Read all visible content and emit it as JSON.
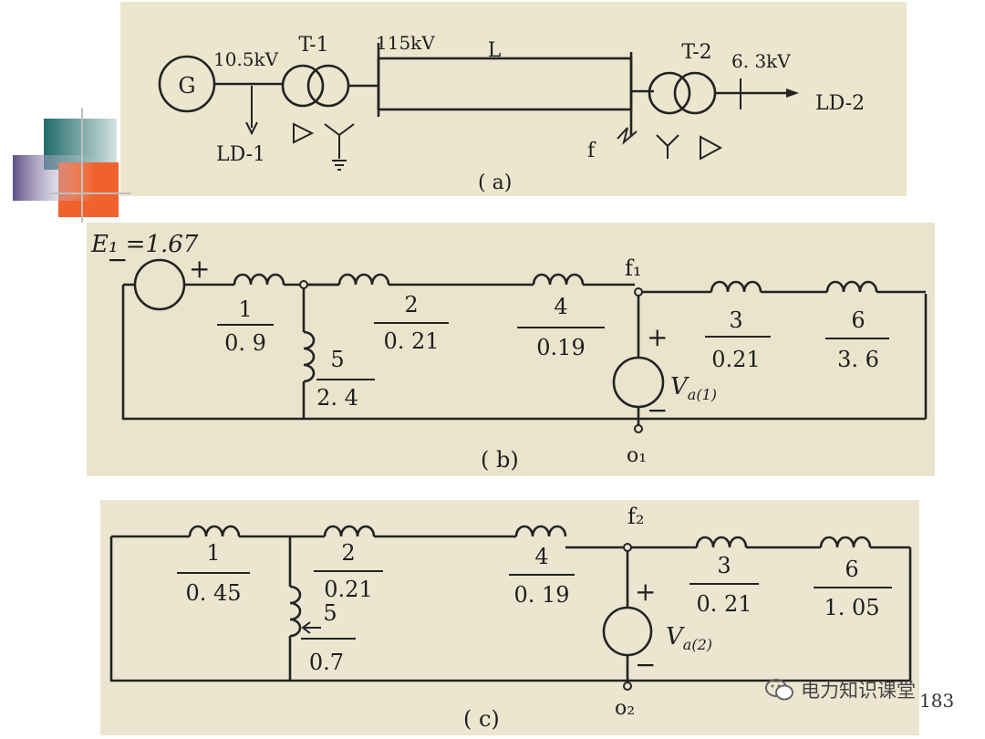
{
  "panel_a": {
    "generator": "G",
    "voltage_left": "10.5kV",
    "transformer1": "T-1",
    "voltage_line": "115kV",
    "line": "L",
    "transformer2": "T-2",
    "voltage_right": "6. 3kV",
    "load_right": "LD-2",
    "load_left": "LD-1",
    "fault": "f",
    "caption": "( a)"
  },
  "panel_b": {
    "source": "E₁ =1.67",
    "minus": "−",
    "plus": "+",
    "fault_node": "f₁",
    "ref_node": "o₁",
    "voltage": "V",
    "voltage_sub": "a(1)",
    "elements": [
      {
        "num": "1",
        "val": "0. 9"
      },
      {
        "num": "2",
        "val": "0. 21"
      },
      {
        "num": "4",
        "val": "0.19"
      },
      {
        "num": "3",
        "val": "0.21"
      },
      {
        "num": "6",
        "val": "3. 6"
      },
      {
        "num": "5",
        "val": "2. 4"
      }
    ],
    "caption": "( b)"
  },
  "panel_c": {
    "fault_node": "f₂",
    "ref_node": "o₂",
    "plus": "+",
    "minus": "−",
    "voltage": "V",
    "voltage_sub": "a(2)",
    "elements": [
      {
        "num": "1",
        "val": "0. 45"
      },
      {
        "num": "2",
        "val": "0.21"
      },
      {
        "num": "4",
        "val": "0. 19"
      },
      {
        "num": "3",
        "val": "0. 21"
      },
      {
        "num": "6",
        "val": "1. 05"
      },
      {
        "num": "5",
        "val": "0.7"
      }
    ],
    "caption": "( c)"
  },
  "watermark": "电力知识课堂",
  "page_number": "183",
  "colors": {
    "teal": "#1f6b69",
    "orange": "#f0622d",
    "purple": "#6b5b8f",
    "paper": "#ece6cf",
    "ink": "#232323"
  }
}
